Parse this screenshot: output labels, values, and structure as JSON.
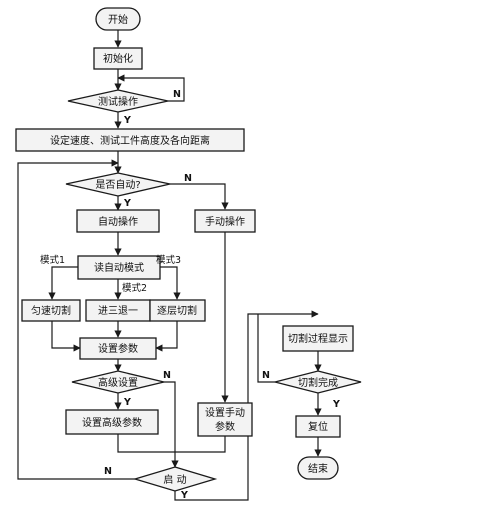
{
  "nodes": {
    "start": "开始",
    "init": "初始化",
    "test_op": "测试操作",
    "set_speed": "设定速度、测试工件高度及各向距离",
    "is_auto": "是否自动?",
    "auto_op": "自动操作",
    "manual_op": "手动操作",
    "read_mode": "读自动模式",
    "uniform_cut": "匀速切割",
    "advance_retreat": "进三退一",
    "layer_cut": "逐层切割",
    "set_params": "设置参数",
    "advanced": "高级设置",
    "set_adv_params": "设置高级参数",
    "set_manual_params_1": "设置手动",
    "set_manual_params_2": "参数",
    "launch": "启  动",
    "cut_display": "切割过程显示",
    "cut_done": "切割完成",
    "reset": "复位",
    "end": "结束"
  },
  "edge_labels": {
    "yes": "Y",
    "no": "N",
    "mode1": "模式1",
    "mode2": "模式2",
    "mode3": "模式3"
  }
}
